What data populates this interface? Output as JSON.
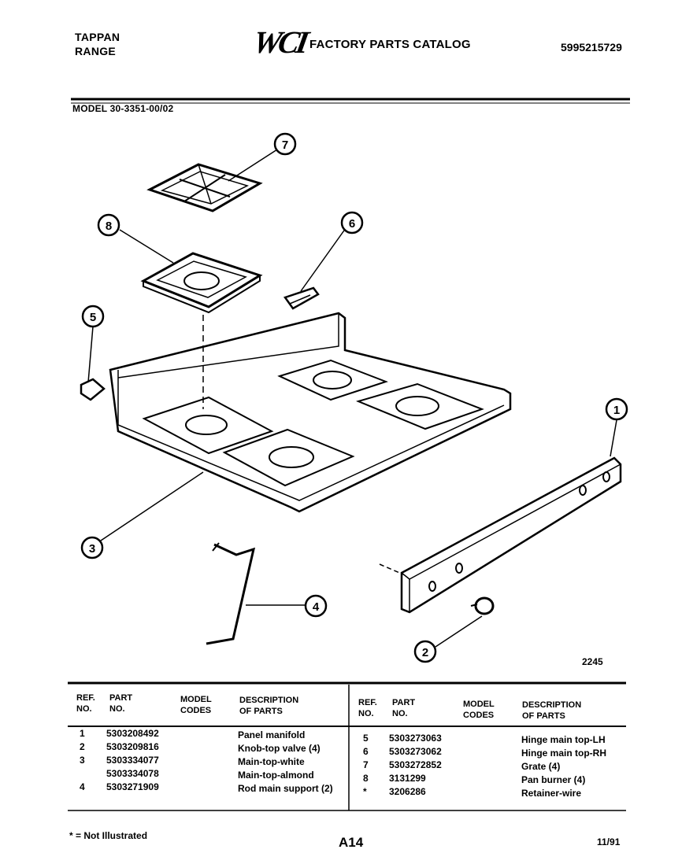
{
  "header": {
    "brand": "TAPPAN",
    "product": "RANGE",
    "logo": "WCI",
    "catalog_title": "FACTORY PARTS CATALOG",
    "catalog_number": "5995215729"
  },
  "model_line": "MODEL 30-3351-00/02",
  "figure_number": "2245",
  "callouts": [
    "1",
    "2",
    "3",
    "4",
    "5",
    "6",
    "7",
    "8"
  ],
  "table": {
    "headers": {
      "ref": "REF.",
      "ref_no": "NO.",
      "part": "PART",
      "part_no": "NO.",
      "model": "MODEL",
      "codes": "CODES",
      "description": "DESCRIPTION",
      "of_parts": "OF PARTS"
    },
    "left_rows": [
      {
        "ref": "1",
        "part": "5303208492",
        "code": "",
        "desc": "Panel manifold"
      },
      {
        "ref": "2",
        "part": "5303209816",
        "code": "",
        "desc": "Knob-top valve (4)"
      },
      {
        "ref": "3",
        "part": "5303334077",
        "code": "",
        "desc": "Main-top-white"
      },
      {
        "ref": "",
        "part": "5303334078",
        "code": "",
        "desc": "Main-top-almond"
      },
      {
        "ref": "4",
        "part": "5303271909",
        "code": "",
        "desc": "Rod main support (2)"
      }
    ],
    "right_rows": [
      {
        "ref": "5",
        "part": "5303273063",
        "code": "",
        "desc": "Hinge main top-LH"
      },
      {
        "ref": "6",
        "part": "5303273062",
        "code": "",
        "desc": "Hinge main top-RH"
      },
      {
        "ref": "7",
        "part": "5303272852",
        "code": "",
        "desc": "Grate (4)"
      },
      {
        "ref": "8",
        "part": "3131299",
        "code": "",
        "desc": "Pan burner (4)"
      },
      {
        "ref": "*",
        "part": "3206286",
        "code": "",
        "desc": "Retainer-wire"
      }
    ]
  },
  "footer": {
    "footnote": "* = Not Illustrated",
    "page": "A14",
    "date": "11/91"
  }
}
